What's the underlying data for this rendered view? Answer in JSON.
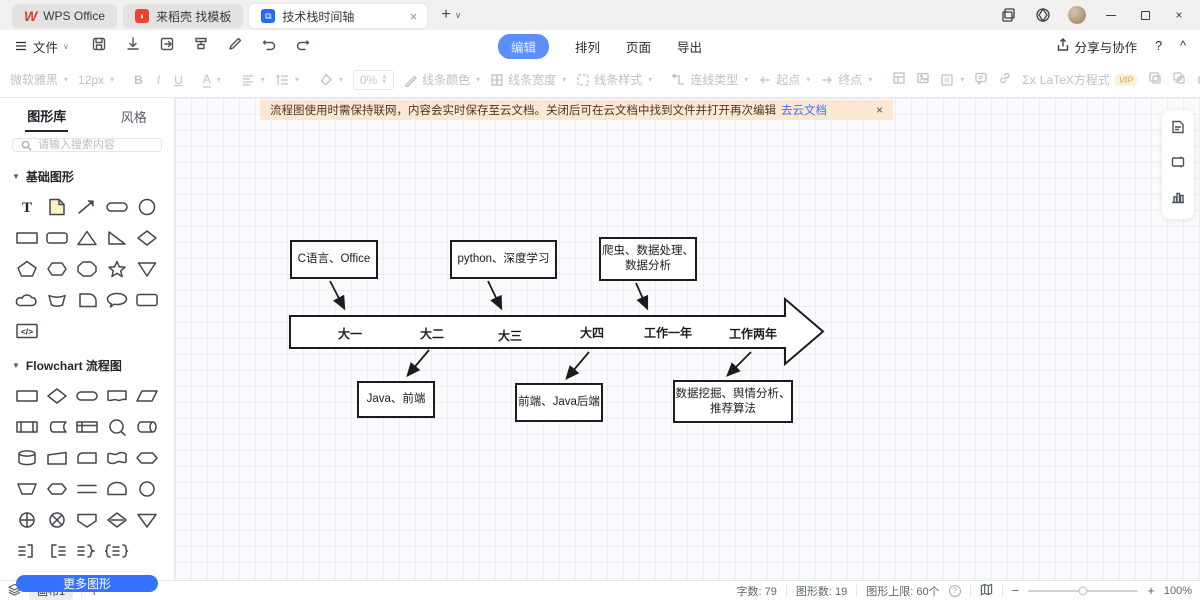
{
  "titlebar": {
    "tabs": [
      {
        "label": "WPS Office"
      },
      {
        "label": "来稻壳 找模板"
      },
      {
        "label": "技术栈时间轴",
        "close": "×"
      }
    ],
    "new_tab": "+"
  },
  "menubar": {
    "file_label": "文件",
    "tabs": [
      "编辑",
      "排列",
      "页面",
      "导出"
    ],
    "share_label": "分享与协作",
    "help_label": "?",
    "collapse_label": "^"
  },
  "toolbar": {
    "font_name": "微软雅黑",
    "font_size": "12px",
    "bold": "B",
    "italic": "I",
    "underline": "U",
    "color_a": "A",
    "opacity_value": "0%",
    "line_color_label": "线条颜色",
    "line_width_label": "线条宽度",
    "line_style_label": "线条样式",
    "connector_type_label": "连线类型",
    "start_point_label": "起点",
    "end_point_label": "终点",
    "latex_label": "LaTeX方程式",
    "latex_sigma": "Σx",
    "vip_badge": "VIP",
    "collapse_arrow": "▸"
  },
  "sidebar": {
    "tab_library": "图形库",
    "tab_style": "风格",
    "search_placeholder": "请输入搜索内容",
    "section_basic": "基础图形",
    "section_flowchart": "Flowchart 流程图",
    "more_shapes_label": "更多图形",
    "basic_shapes": [
      "text",
      "note",
      "arrow",
      "pill",
      "circle",
      "rectangle",
      "rounded-rectangle",
      "triangle",
      "right-triangle",
      "diamond",
      "pentagon",
      "hexagon",
      "octagon",
      "star",
      "cone",
      "cloud",
      "arc-rect",
      "teardrop",
      "speech-bubble",
      "frame-rect",
      "code-block"
    ],
    "flowchart_shapes": [
      "process",
      "decision",
      "terminator",
      "document",
      "parallelogram",
      "predefined-process",
      "stored-data",
      "internal-storage",
      "or-junction",
      "direct-access",
      "database",
      "manual-operation",
      "card",
      "tape",
      "preparation",
      "manual-input",
      "hexagon-prep",
      "parallel-mode",
      "delay",
      "connector",
      "summing-plus",
      "summing-x",
      "display-shield",
      "decision-alt",
      "triangle-down",
      "callout-right",
      "callout-left",
      "callout-brace",
      "callout-brace-both"
    ]
  },
  "banner": {
    "text": "流程图使用时需保持联网，内容会实时保存至云文档。关闭后可在云文档中找到文件并打开再次编辑",
    "link": "去云文档",
    "close": "×"
  },
  "diagram": {
    "top_boxes": [
      "C语言、Office",
      "python、深度学习",
      "爬虫、数据处理、\n数据分析"
    ],
    "timeline_labels": [
      "大一",
      "大二",
      "大三",
      "大四",
      "工作一年",
      "工作两年"
    ],
    "bottom_boxes": [
      "Java、前端",
      "前端、Java后端",
      "数据挖掘、舆情分析、\n推荐算法"
    ]
  },
  "statusbar": {
    "canvas_tab": "画布1",
    "add_canvas": "+",
    "word_count_label": "字数:",
    "word_count": "79",
    "shape_count_label": "图形数:",
    "shape_count": "19",
    "shape_limit_label": "图形上限:",
    "shape_limit": "60个",
    "zoom_out": "−",
    "zoom_in": "+",
    "zoom_level": "100%"
  },
  "colors": {
    "accent_blue": "#3672fd",
    "active_pill": "#5b8ff9",
    "banner_bg": "#fbe7d2",
    "vip_gold": "#e8a33c"
  }
}
